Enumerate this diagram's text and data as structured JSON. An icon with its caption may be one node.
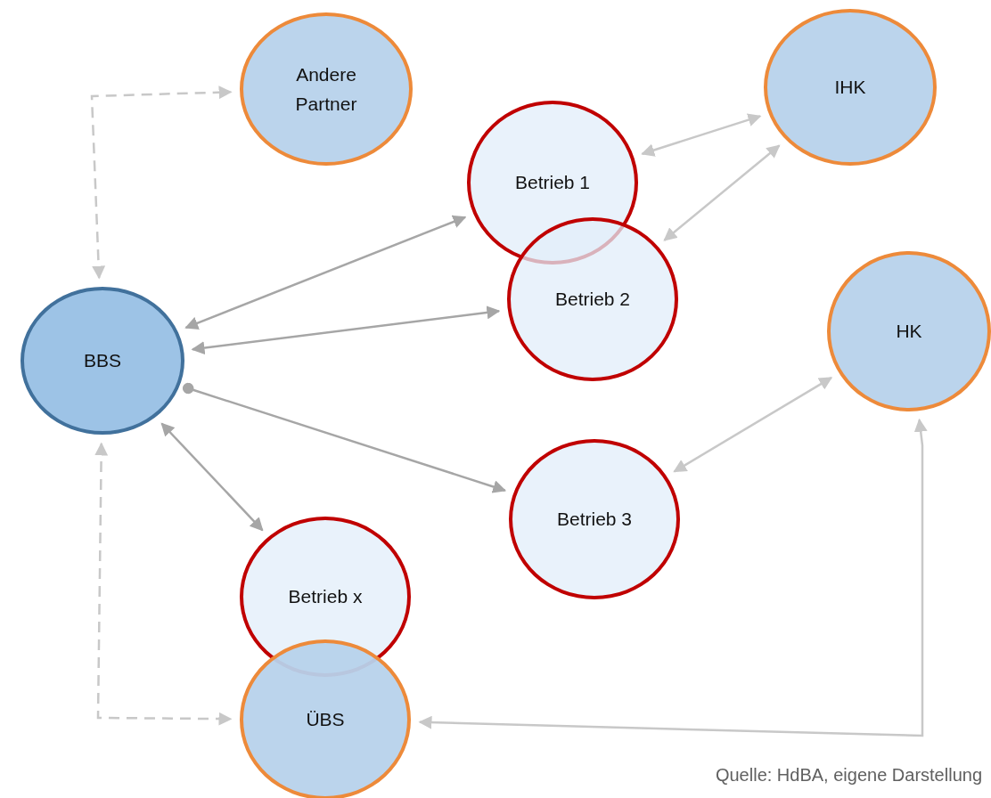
{
  "diagram": {
    "caption": "Quelle: HdBA, eigene Darstellung",
    "nodes": [
      {
        "text": [
          "Andere Partner"
        ]
      },
      {
        "text": [
          "IHK"
        ]
      },
      {
        "text": [
          "Betrieb 1"
        ]
      },
      {
        "text": [
          "Betrieb 2"
        ]
      },
      {
        "text": [
          "HK"
        ]
      },
      {
        "text": [
          "BBS"
        ]
      },
      {
        "text": [
          "Betrieb 3"
        ]
      },
      {
        "text": [
          "Betrieb x"
        ]
      },
      {
        "text": [
          "ÜBS"
        ]
      }
    ],
    "edges": [
      {
        "from": 5,
        "to": 0,
        "arrow": "both",
        "style": "dashed"
      },
      {
        "from": 5,
        "to": 2,
        "arrow": "both",
        "color": "#a6a6a6"
      },
      {
        "from": 5,
        "to": 3,
        "arrow": "both",
        "color": "#a6a6a6"
      },
      {
        "from": 5,
        "to": 6,
        "arrow": "to",
        "color": "#a6a6a6"
      },
      {
        "from": 5,
        "to": 7,
        "arrow": "both",
        "color": "#a6a6a6"
      },
      {
        "from": 5,
        "to": 8,
        "arrow": "both",
        "style": "dashed"
      },
      {
        "from": 2,
        "to": 1,
        "arrow": "both"
      },
      {
        "from": 3,
        "to": 1,
        "arrow": "both"
      },
      {
        "from": 6,
        "to": 4,
        "arrow": "both"
      },
      {
        "from": 8,
        "to": 4,
        "arrow": "both"
      }
    ]
  }
}
